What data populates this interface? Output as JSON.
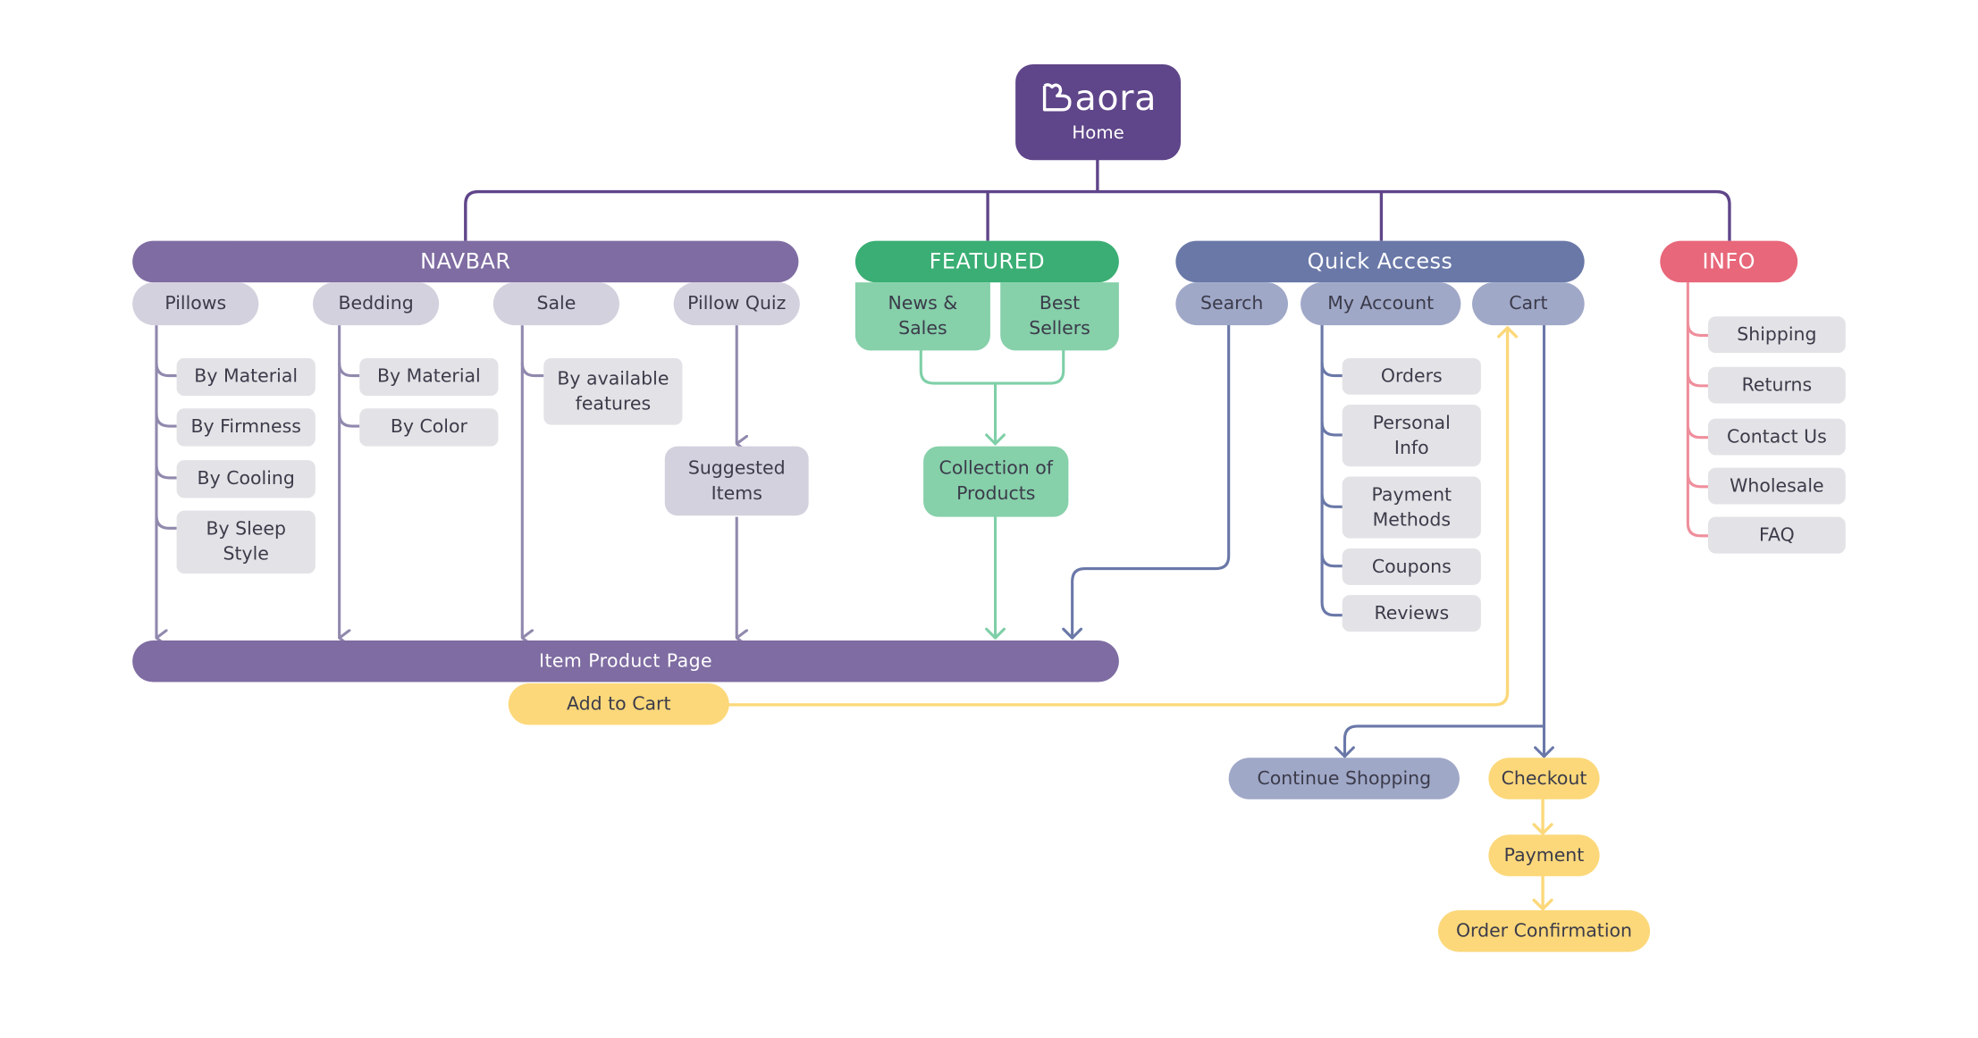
{
  "home": {
    "brand": "aora",
    "label": "Home"
  },
  "navbar": {
    "label": "NAVBAR",
    "pillows": {
      "label": "Pillows",
      "items": [
        "By Material",
        "By Firmness",
        "By Cooling",
        "By Sleep\nStyle"
      ]
    },
    "bedding": {
      "label": "Bedding",
      "items": [
        "By Material",
        "By Color"
      ]
    },
    "sale": {
      "label": "Sale",
      "items": [
        "By available\nfeatures"
      ]
    },
    "pillow_quiz": {
      "label": "Pillow Quiz",
      "result": "Suggested\nItems"
    }
  },
  "featured": {
    "label": "FEATURED",
    "news_sales": "News &\nSales",
    "best_sellers": "Best\nSellers",
    "collection": "Collection of\nProducts"
  },
  "quick_access": {
    "label": "Quick Access",
    "search": "Search",
    "my_account": {
      "label": "My Account",
      "items": [
        "Orders",
        "Personal\nInfo",
        "Payment\nMethods",
        "Coupons",
        "Reviews"
      ]
    },
    "cart": "Cart"
  },
  "info": {
    "label": "INFO",
    "items": [
      "Shipping",
      "Returns",
      "Contact Us",
      "Wholesale",
      "FAQ"
    ]
  },
  "product_page": {
    "label": "Item Product Page",
    "add_to_cart": "Add to Cart"
  },
  "cart_flow": {
    "continue_shopping": "Continue Shopping",
    "checkout": "Checkout",
    "payment": "Payment",
    "order_confirmation": "Order Confirmation"
  },
  "colors": {
    "purple_dark": "#5f4589",
    "purple": "#7f6ca2",
    "purple_light": "#d4d1de",
    "gray_box": "#e3e3e7",
    "green": "#3aae74",
    "green_light": "#86d0aa",
    "blue": "#6a78a8",
    "blue_light": "#a0a8c8",
    "pink": "#e8677a",
    "yellow": "#fcd87a"
  }
}
